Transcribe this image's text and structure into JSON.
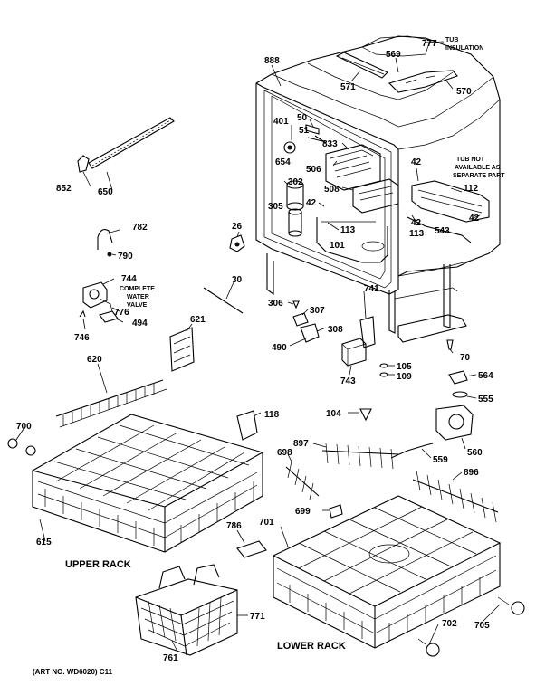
{
  "art_number": "(ART NO. WD6020) C11",
  "captions": {
    "upper_rack": "UPPER RACK",
    "lower_rack": "LOWER RACK"
  },
  "notes": {
    "tub_insulation_line1": "TUB",
    "tub_insulation_line2": "INSULATION",
    "tub_not_line1": "TUB NOT",
    "tub_not_line2": "AVAILABLE AS",
    "tub_not_line3": "SEPARATE PART",
    "complete_line1": "COMPLETE",
    "complete_line2": "WATER",
    "complete_line3": "VALVE"
  },
  "parts": {
    "p777": "777",
    "p569": "569",
    "p888": "888",
    "p571": "571",
    "p570": "570",
    "p401": "401",
    "p50": "50",
    "p51": "51",
    "p833": "833",
    "p654": "654",
    "p506": "506",
    "p302": "302",
    "p305": "305",
    "p42a": "42",
    "p508": "508",
    "p42b": "42",
    "p112": "112",
    "p42c": "42",
    "p42d": "42",
    "p113a": "113",
    "p113b": "113",
    "p543": "543",
    "p101": "101",
    "p26": "26",
    "p852": "852",
    "p650": "650",
    "p782": "782",
    "p790": "790",
    "p744": "744",
    "p776": "776",
    "p494": "494",
    "p746": "746",
    "p30": "30",
    "p306": "306",
    "p307": "307",
    "p308": "308",
    "p741": "741",
    "p490": "490",
    "p743": "743",
    "p70": "70",
    "p105": "105",
    "p109": "109",
    "p564": "564",
    "p555": "555",
    "p621": "621",
    "p620": "620",
    "p118": "118",
    "p104": "104",
    "p560": "560",
    "p559": "559",
    "p700": "700",
    "p897": "897",
    "p698": "698",
    "p896": "896",
    "p699": "699",
    "p615": "615",
    "p786": "786",
    "p701": "701",
    "p771": "771",
    "p761": "761",
    "p702": "702",
    "p705": "705"
  }
}
